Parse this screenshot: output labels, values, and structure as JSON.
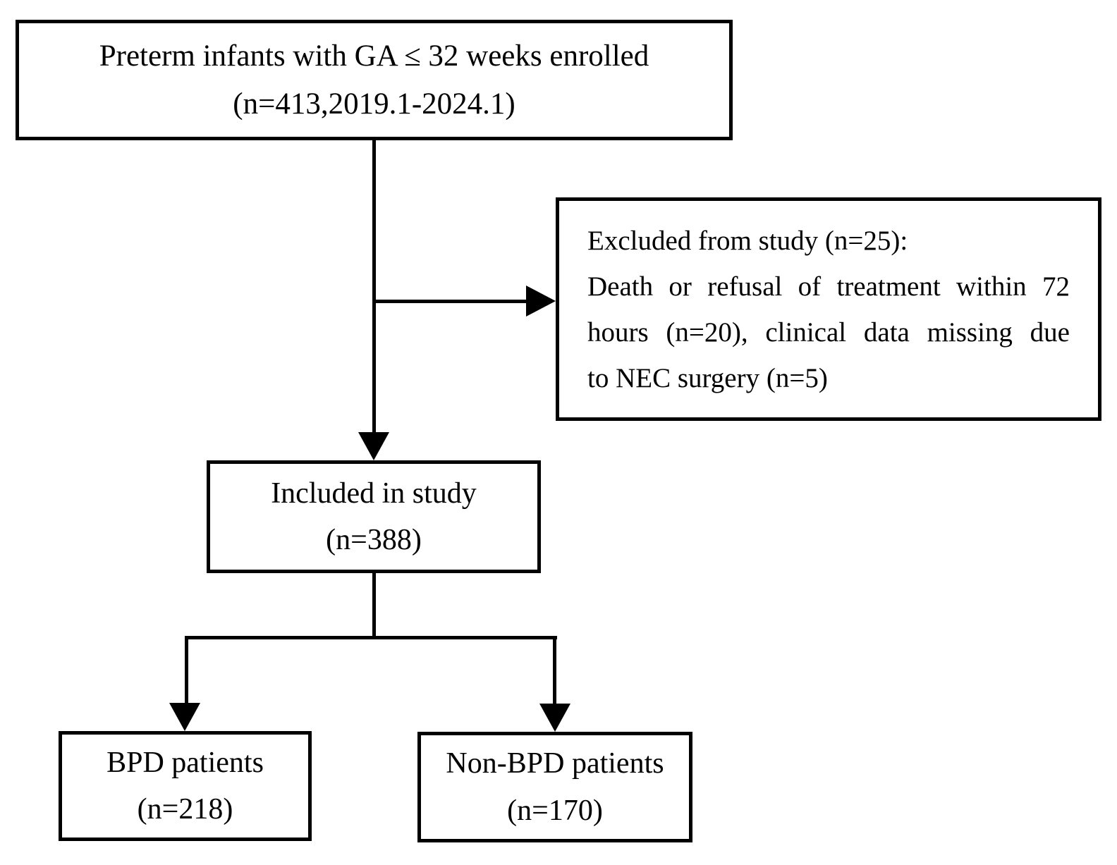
{
  "diagram": {
    "type": "study-flowchart",
    "colors": {
      "line": "#000000",
      "background": "#ffffff",
      "text": "#000000"
    },
    "boxes": {
      "enrolled": {
        "line1": "Preterm infants with GA ≤ 32 weeks enrolled",
        "line2": "(n=413,2019.1-2024.1)"
      },
      "excluded": {
        "lines": [
          "Excluded from study (n=25):",
          "Death or refusal of treatment within 72",
          "hours (n=20), clinical data missing due",
          "to NEC surgery (n=5)"
        ]
      },
      "included": {
        "line1": "Included in study",
        "line2": "(n=388)"
      },
      "bpd": {
        "line1": "BPD patients",
        "line2": "(n=218)"
      },
      "non_bpd": {
        "line1": "Non-BPD patients",
        "line2": "(n=170)"
      }
    }
  }
}
